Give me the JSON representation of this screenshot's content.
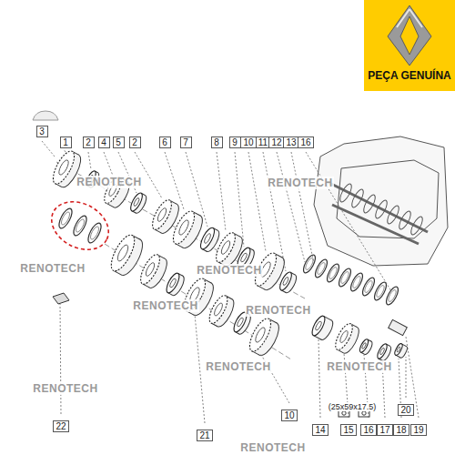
{
  "diagram": {
    "nodes": [
      {
        "text": [
          "PEÇA GENUÍNA"
        ]
      }
    ],
    "labels": [
      "3",
      "1",
      "2",
      "4",
      "5",
      "2",
      "6",
      "7",
      "8",
      "9",
      "10",
      "11",
      "12",
      "13",
      "16",
      "22",
      "21",
      "10",
      "14",
      "15",
      "16",
      "17",
      "18",
      "19",
      "20",
      "(25x59x17.5)",
      "RENOTECH",
      "RENOTECH",
      "RENOTECH",
      "RENOTECH",
      "RENOTECH",
      "RENOTECH",
      "RENOTECH",
      "RENOTECH",
      "RENOTECH",
      "RENOTECH"
    ]
  }
}
